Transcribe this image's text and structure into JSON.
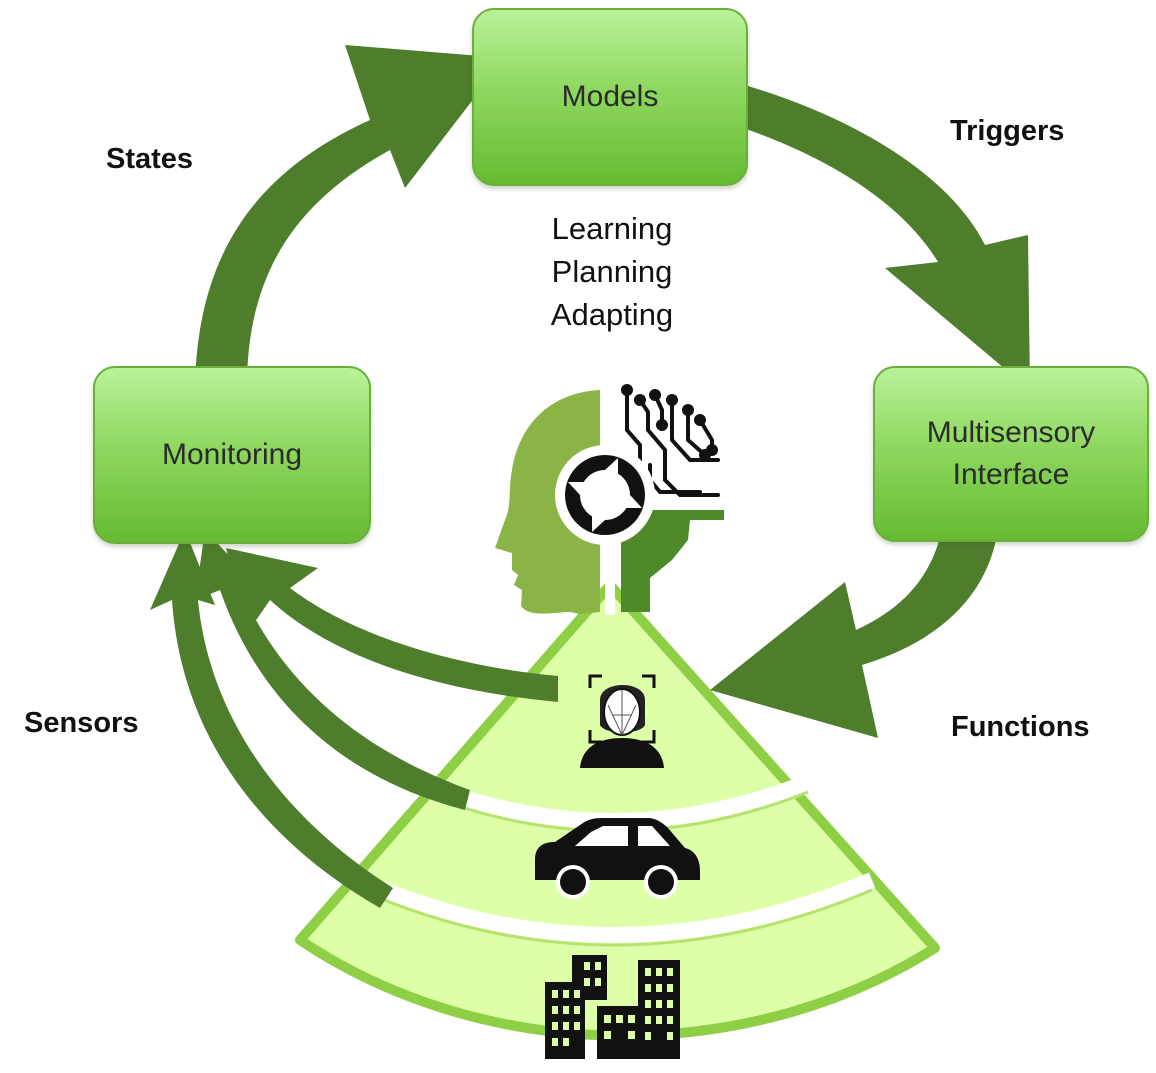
{
  "nodes": {
    "models": "Models",
    "monitoring": "Monitoring",
    "multisensory_line1": "Multisensory",
    "multisensory_line2": "Interface"
  },
  "edge_labels": {
    "states": "States",
    "triggers": "Triggers",
    "sensors": "Sensors",
    "functions": "Functions"
  },
  "center_text": [
    "Learning",
    "Planning",
    "Adapting"
  ],
  "icons": [
    "ai-head-icon",
    "cycle-arrows-icon",
    "circuit-brain-icon",
    "face-scan-driver-icon",
    "car-icon",
    "city-buildings-icon"
  ],
  "colors": {
    "arrow": "#4e7d2c",
    "box_top": "#b9f29a",
    "box_bottom": "#66bb33",
    "sector_fill": "#ddffa8",
    "sector_stroke": "#8fcf45",
    "head_light": "#8ab546",
    "head_dark": "#4e8a2a"
  }
}
